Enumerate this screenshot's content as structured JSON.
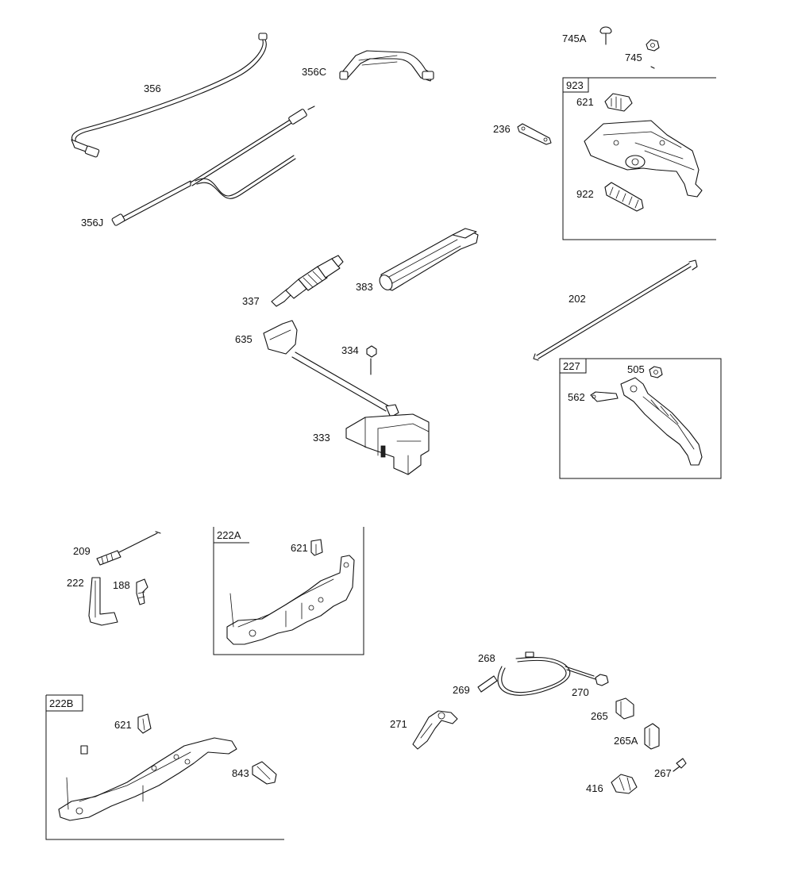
{
  "parts": {
    "p356": "356",
    "p356C": "356C",
    "p356J": "356J",
    "p745A": "745A",
    "p745": "745",
    "p621a": "621",
    "p236": "236",
    "p922": "922",
    "p337": "337",
    "p383": "383",
    "p202": "202",
    "p635": "635",
    "p334": "334",
    "p333": "333",
    "p505": "505",
    "p562": "562",
    "p209": "209",
    "p222": "222",
    "p188": "188",
    "p621b": "621",
    "p268": "268",
    "p269": "269",
    "p270": "270",
    "p271": "271",
    "p265": "265",
    "p265A": "265A",
    "p267": "267",
    "p416": "416",
    "p621c": "621",
    "p843": "843"
  },
  "boxes": {
    "b923": "923",
    "b227": "227",
    "b222A": "222A",
    "b222B": "222B"
  }
}
